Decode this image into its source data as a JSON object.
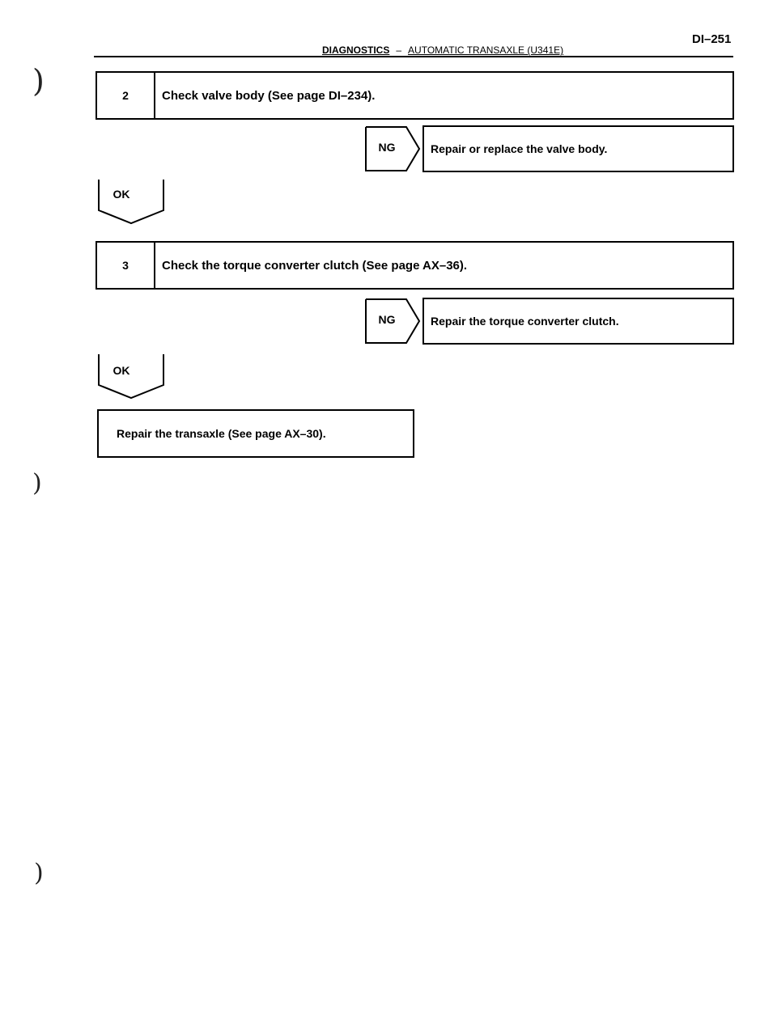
{
  "header": {
    "page_number": "DI–251",
    "section": "DIAGNOSTICS",
    "separator": "–",
    "subsection": "AUTOMATIC TRANSAXLE (U341E)"
  },
  "steps": [
    {
      "number": "2",
      "text": "Check valve body (See page DI–234).",
      "ng_label": "NG",
      "ng_action": "Repair or replace the valve body.",
      "ok_label": "OK"
    },
    {
      "number": "3",
      "text": "Check the torque converter clutch (See page AX–36).",
      "ng_label": "NG",
      "ng_action": "Repair the torque converter clutch.",
      "ok_label": "OK"
    }
  ],
  "final": {
    "text": "Repair the transaxle (See page AX–30)."
  },
  "margin_marks": [
    ")",
    ")",
    ")",
    ")"
  ]
}
